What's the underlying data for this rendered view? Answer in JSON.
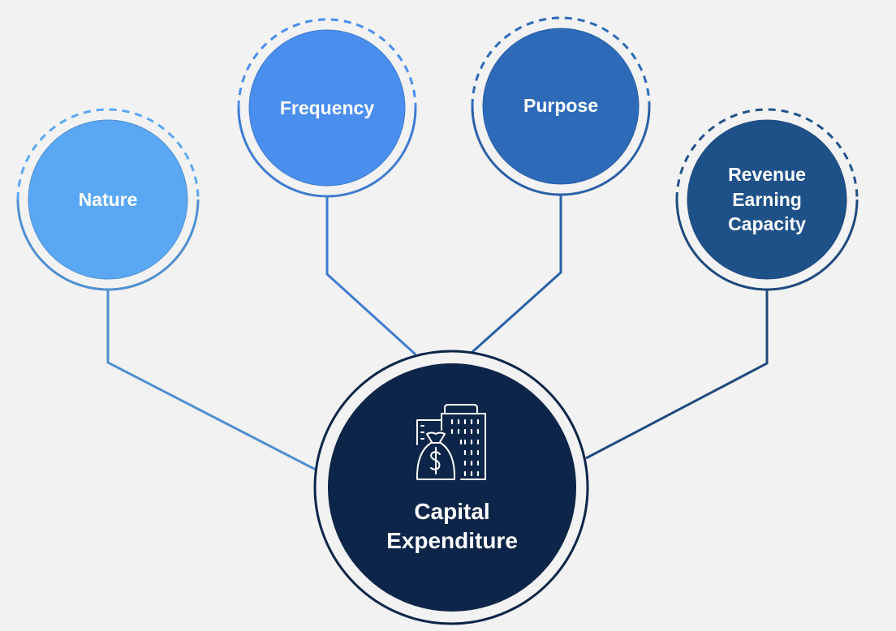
{
  "diagram": {
    "type": "hub-and-spoke",
    "background_color": "#f2f2f2",
    "center": {
      "label": "Capital\nExpenditure",
      "icon": "buildings-money-bag-icon",
      "fill_color": "#0d2548",
      "ring_color": "#0d2548"
    },
    "branches": [
      {
        "id": "nature",
        "label": "Nature",
        "fill_color": "#5aa8f4",
        "ring_color": "#4f8fd0"
      },
      {
        "id": "frequency",
        "label": "Frequency",
        "fill_color": "#4a8eee",
        "ring_color": "#3f7bd0"
      },
      {
        "id": "purpose",
        "label": "Purpose",
        "fill_color": "#2d6bb8",
        "ring_color": "#2a60a6"
      },
      {
        "id": "revenue-earning-capacity",
        "label": "Revenue\nEarning\nCapacity",
        "fill_color": "#1f5189",
        "ring_color": "#1f4a7e"
      }
    ],
    "edges": [
      {
        "from": "center",
        "to": "nature"
      },
      {
        "from": "center",
        "to": "frequency"
      },
      {
        "from": "center",
        "to": "purpose"
      },
      {
        "from": "center",
        "to": "revenue-earning-capacity"
      }
    ]
  }
}
